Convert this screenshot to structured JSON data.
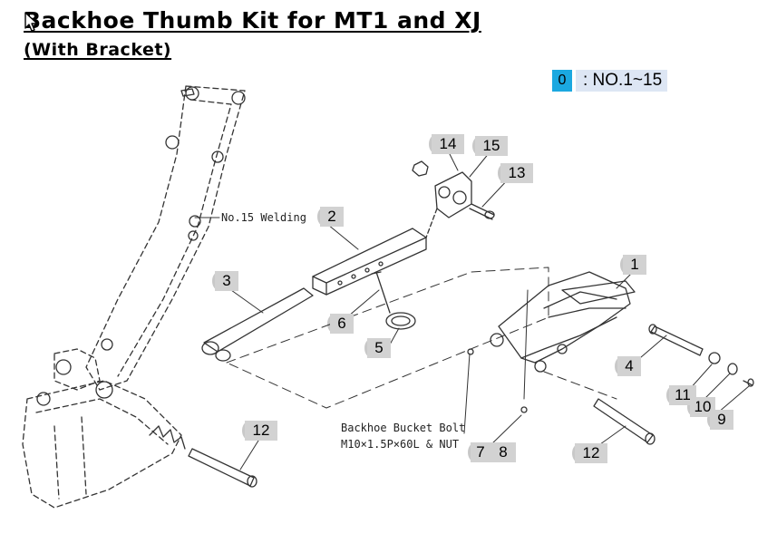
{
  "title": "Backhoe Thumb Kit for MT1 and XJ",
  "subtitle": "(With Bracket)",
  "legend": {
    "key": "0",
    "text": ": NO.1~15",
    "key_color": "#1ba8e0",
    "text_bg": "#dde6f4"
  },
  "callout_color": "#d2d2d2",
  "annotations": {
    "welding": "No.15 Welding",
    "bolt_line1": "Backhoe Bucket Bolt",
    "bolt_line2": "M10×1.5P×60L & NUT"
  },
  "callouts": {
    "c1": "1",
    "c2": "2",
    "c3": "3",
    "c4": "4",
    "c5": "5",
    "c6": "6",
    "c7": "7",
    "c8": "8",
    "c9": "9",
    "c10": "10",
    "c11": "11",
    "c12a": "12",
    "c12b": "12",
    "c13": "13",
    "c14": "14",
    "c15": "15"
  }
}
